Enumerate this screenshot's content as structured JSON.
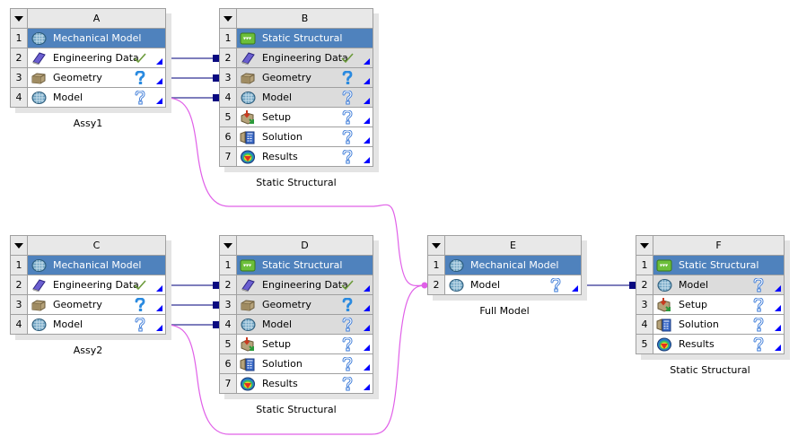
{
  "colors": {
    "title_row": "#4f82bd",
    "shared_row": "#dcdcdc",
    "data_link": "#0a0a80",
    "model_link": "#e060e8",
    "corner_marker": "#0000ff"
  },
  "systems": [
    {
      "id": "A",
      "caption": "Assy1",
      "rows": [
        {
          "num": "1",
          "label": "Mechanical Model",
          "icon": "mechanical-model-icon",
          "kind": "title"
        },
        {
          "num": "2",
          "label": "Engineering Data",
          "icon": "engineering-data-icon",
          "status": "up-to-date"
        },
        {
          "num": "3",
          "label": "Geometry",
          "icon": "geometry-icon",
          "status": "attention-required"
        },
        {
          "num": "4",
          "label": "Model",
          "icon": "model-icon",
          "status": "unfulfilled"
        }
      ]
    },
    {
      "id": "B",
      "caption": "Static Structural",
      "rows": [
        {
          "num": "1",
          "label": "Static Structural",
          "icon": "static-structural-icon",
          "kind": "title"
        },
        {
          "num": "2",
          "label": "Engineering Data",
          "icon": "engineering-data-icon",
          "status": "up-to-date",
          "shared": true
        },
        {
          "num": "3",
          "label": "Geometry",
          "icon": "geometry-icon",
          "status": "attention-required",
          "shared": true
        },
        {
          "num": "4",
          "label": "Model",
          "icon": "model-icon",
          "status": "unfulfilled",
          "shared": true
        },
        {
          "num": "5",
          "label": "Setup",
          "icon": "setup-icon",
          "status": "unfulfilled"
        },
        {
          "num": "6",
          "label": "Solution",
          "icon": "solution-icon",
          "status": "unfulfilled"
        },
        {
          "num": "7",
          "label": "Results",
          "icon": "results-icon",
          "status": "unfulfilled"
        }
      ]
    },
    {
      "id": "C",
      "caption": "Assy2",
      "rows": [
        {
          "num": "1",
          "label": "Mechanical Model",
          "icon": "mechanical-model-icon",
          "kind": "title"
        },
        {
          "num": "2",
          "label": "Engineering Data",
          "icon": "engineering-data-icon",
          "status": "up-to-date"
        },
        {
          "num": "3",
          "label": "Geometry",
          "icon": "geometry-icon",
          "status": "attention-required"
        },
        {
          "num": "4",
          "label": "Model",
          "icon": "model-icon",
          "status": "unfulfilled"
        }
      ]
    },
    {
      "id": "D",
      "caption": "Static Structural",
      "rows": [
        {
          "num": "1",
          "label": "Static Structural",
          "icon": "static-structural-icon",
          "kind": "title"
        },
        {
          "num": "2",
          "label": "Engineering Data",
          "icon": "engineering-data-icon",
          "status": "up-to-date",
          "shared": true
        },
        {
          "num": "3",
          "label": "Geometry",
          "icon": "geometry-icon",
          "status": "attention-required",
          "shared": true
        },
        {
          "num": "4",
          "label": "Model",
          "icon": "model-icon",
          "status": "unfulfilled",
          "shared": true
        },
        {
          "num": "5",
          "label": "Setup",
          "icon": "setup-icon",
          "status": "unfulfilled"
        },
        {
          "num": "6",
          "label": "Solution",
          "icon": "solution-icon",
          "status": "unfulfilled"
        },
        {
          "num": "7",
          "label": "Results",
          "icon": "results-icon",
          "status": "unfulfilled"
        }
      ]
    },
    {
      "id": "E",
      "caption": "Full Model",
      "rows": [
        {
          "num": "1",
          "label": "Mechanical Model",
          "icon": "mechanical-model-icon",
          "kind": "title"
        },
        {
          "num": "2",
          "label": "Model",
          "icon": "model-icon",
          "status": "unfulfilled"
        }
      ]
    },
    {
      "id": "F",
      "caption": "Static Structural",
      "rows": [
        {
          "num": "1",
          "label": "Static Structural",
          "icon": "static-structural-icon",
          "kind": "title"
        },
        {
          "num": "2",
          "label": "Model",
          "icon": "model-icon",
          "status": "unfulfilled",
          "shared": true
        },
        {
          "num": "3",
          "label": "Setup",
          "icon": "setup-icon",
          "status": "unfulfilled"
        },
        {
          "num": "4",
          "label": "Solution",
          "icon": "solution-icon",
          "status": "unfulfilled"
        },
        {
          "num": "5",
          "label": "Results",
          "icon": "results-icon",
          "status": "unfulfilled"
        }
      ]
    }
  ],
  "connections": [
    {
      "from": "A",
      "from_row": "2",
      "to": "B",
      "to_row": "2",
      "type": "share"
    },
    {
      "from": "A",
      "from_row": "3",
      "to": "B",
      "to_row": "3",
      "type": "share"
    },
    {
      "from": "A",
      "from_row": "4",
      "to": "B",
      "to_row": "4",
      "type": "share"
    },
    {
      "from": "C",
      "from_row": "2",
      "to": "D",
      "to_row": "2",
      "type": "share"
    },
    {
      "from": "C",
      "from_row": "3",
      "to": "D",
      "to_row": "3",
      "type": "share"
    },
    {
      "from": "C",
      "from_row": "4",
      "to": "D",
      "to_row": "4",
      "type": "share"
    },
    {
      "from": "A",
      "from_row": "4",
      "to": "E",
      "to_row": "2",
      "type": "transfer"
    },
    {
      "from": "C",
      "from_row": "4",
      "to": "E",
      "to_row": "2",
      "type": "transfer"
    },
    {
      "from": "E",
      "from_row": "2",
      "to": "F",
      "to_row": "2",
      "type": "share"
    }
  ]
}
